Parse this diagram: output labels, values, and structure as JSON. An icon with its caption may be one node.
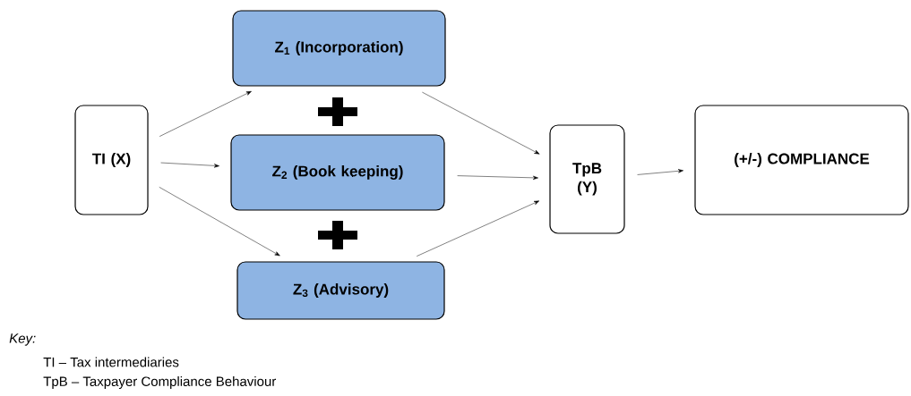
{
  "diagram": {
    "nodes": [
      {
        "text": [
          "TI (X)"
        ]
      },
      {
        "text": [
          "Z$_{1}$ (Incorporation)"
        ]
      },
      {
        "text": [
          "Z$_{2}$ (Book keeping)"
        ]
      },
      {
        "text": [
          "Z$_{3}$ (Advisory)"
        ]
      },
      {
        "text": [
          "TpB (Y)"
        ]
      },
      {
        "text": [
          "(+/-) COMPLIANCE"
        ]
      }
    ],
    "edges": [
      {
        "from": 0,
        "to": 1,
        "arrow": "to"
      },
      {
        "from": 0,
        "to": 2,
        "arrow": "to"
      },
      {
        "from": 0,
        "to": 3,
        "arrow": "to"
      },
      {
        "from": 1,
        "to": 4,
        "arrow": "to"
      },
      {
        "from": 2,
        "to": 4,
        "arrow": "to"
      },
      {
        "from": 3,
        "to": 4,
        "arrow": "to"
      },
      {
        "from": 4,
        "to": 5,
        "arrow": "to"
      }
    ],
    "labels": [
      "Key:",
      "TI – Tax intermediaries",
      "TpB – Taxpayer Compliance Behaviour"
    ]
  }
}
